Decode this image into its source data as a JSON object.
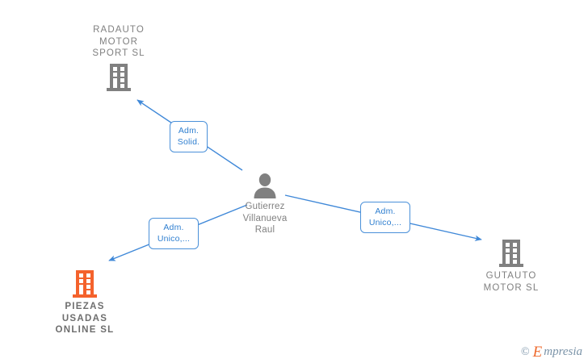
{
  "diagram": {
    "type": "relationship-graph",
    "colors": {
      "edge": "#3f88d8",
      "node_gray": "#808080",
      "node_highlight": "#f4622c",
      "label_text": "#2f7fd0",
      "label_border": "#4a90d9"
    },
    "nodes": [
      {
        "id": "radauto",
        "icon": "building-icon",
        "label": "RADAUTO\nMOTOR\nSPORT  SL",
        "kind": "company",
        "highlight": false
      },
      {
        "id": "person",
        "icon": "person-icon",
        "label": "Gutierrez\nVillanueva\nRaul",
        "kind": "person",
        "highlight": false
      },
      {
        "id": "piezas",
        "icon": "building-icon",
        "label": "PIEZAS\nUSADAS\nONLINE  SL",
        "kind": "company",
        "highlight": true
      },
      {
        "id": "gutauto",
        "icon": "building-icon",
        "label": "GUTAUTO\nMOTOR  SL",
        "kind": "company",
        "highlight": false
      }
    ],
    "edges": [
      {
        "id": "edge-radauto",
        "from": "person",
        "to": "radauto",
        "label": "Adm.\nSolid."
      },
      {
        "id": "edge-piezas",
        "from": "person",
        "to": "piezas",
        "label": "Adm.\nUnico,..."
      },
      {
        "id": "edge-gutauto",
        "from": "person",
        "to": "gutauto",
        "label": "Adm.\nUnico,..."
      }
    ]
  },
  "watermark": {
    "copyright": "©",
    "brand_initial": "E",
    "brand_rest": "mpresia"
  }
}
